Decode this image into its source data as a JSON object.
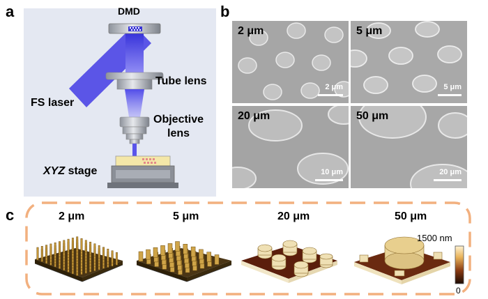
{
  "panel_a": {
    "letter": "a",
    "labels": {
      "dmd": "DMD",
      "tube_lens": "Tube lens",
      "fs_laser": "FS laser",
      "objective_line1": "Objective",
      "objective_line2": "lens",
      "stage_italic": "XYZ",
      "stage_rest": " stage"
    }
  },
  "panel_b": {
    "letter": "b",
    "images": [
      {
        "title": "2 μm",
        "scale": "2 μm"
      },
      {
        "title": "5 μm",
        "scale": "5 μm"
      },
      {
        "title": "20 μm",
        "scale": "10 μm"
      },
      {
        "title": "50 μm",
        "scale": "20 μm"
      }
    ]
  },
  "panel_c": {
    "letter": "c",
    "plots": [
      {
        "title": "2 μm"
      },
      {
        "title": "5 μm"
      },
      {
        "title": "20 μm"
      },
      {
        "title": "50 μm"
      }
    ],
    "colorbar": {
      "max_label": "1500 nm",
      "min_label": "0"
    }
  },
  "colors": {
    "laser": "#4f48e6",
    "dashed_border": "#f2b07f",
    "panel_a_bg": "#e4e8f2",
    "afm_gold": "#c99a3a"
  }
}
